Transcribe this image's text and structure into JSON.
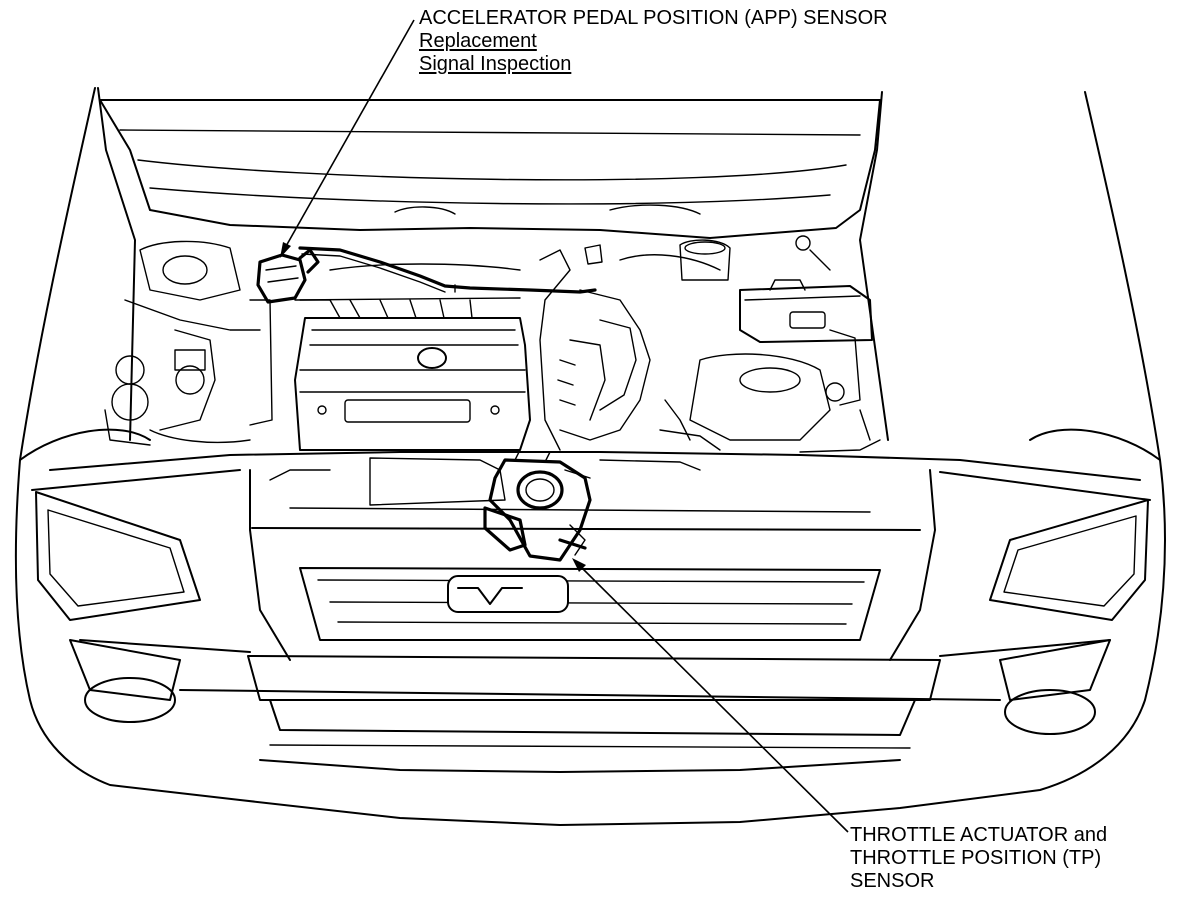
{
  "callouts": {
    "app": {
      "title": "ACCELERATOR PEDAL POSITION (APP) SENSOR",
      "links": [
        "Replacement",
        "Signal Inspection"
      ]
    },
    "tp": {
      "lines": [
        "THROTTLE ACTUATOR and",
        "THROTTLE POSITION (TP)",
        "SENSOR"
      ]
    }
  },
  "colors": {
    "line": "#000000",
    "background": "#ffffff"
  }
}
